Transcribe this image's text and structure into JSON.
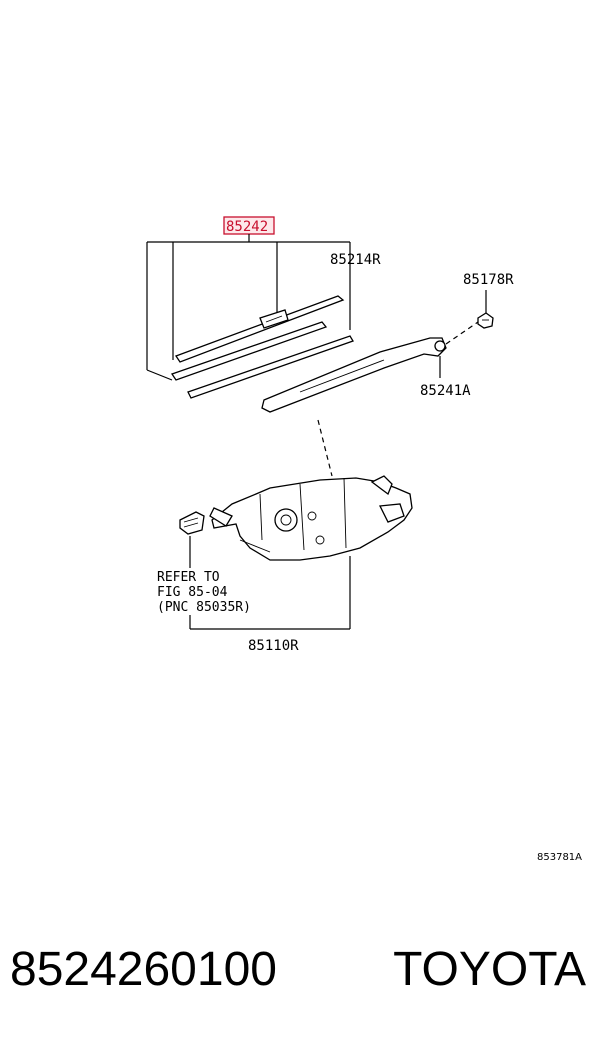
{
  "diagram": {
    "labels": {
      "blade_assembly": "85242",
      "blade_rubber": "85214R",
      "nut": "85178R",
      "arm": "85241A",
      "motor": "85110R",
      "refer_line1": "REFER TO",
      "refer_line2": "FIG 85-04",
      "refer_line3": "(PNC 85035R)",
      "illustration_id": "853781A"
    },
    "highlight_color": "#c8102e"
  },
  "footer": {
    "part_number": "8524260100",
    "brand": "TOYOTA"
  }
}
